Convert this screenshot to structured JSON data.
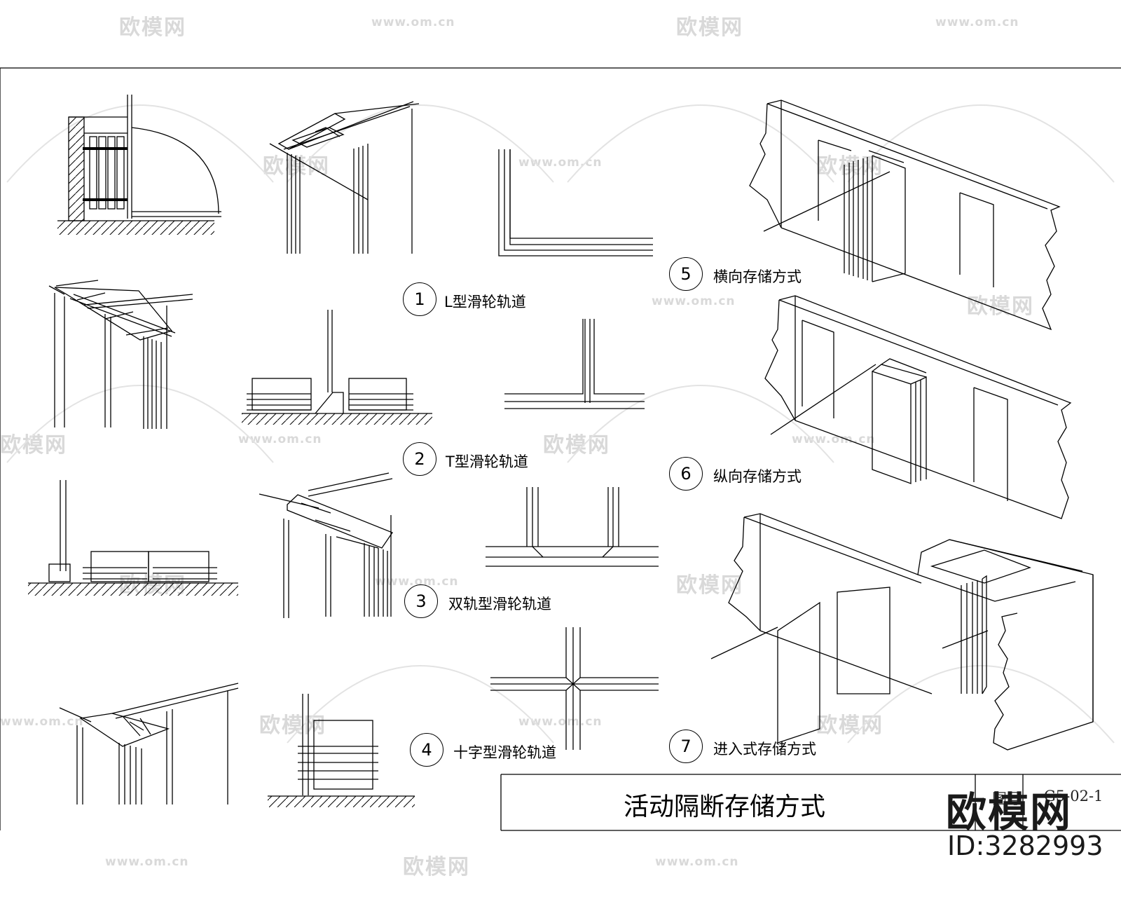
{
  "labels": {
    "l1_num": "1",
    "l1_text": "L型滑轮轨道",
    "l2_num": "2",
    "l2_text": "T型滑轮轨道",
    "l3_num": "3",
    "l3_text": "双轨型滑轮轨道",
    "l4_num": "4",
    "l4_text": "十字型滑轮轨道",
    "l5_num": "5",
    "l5_text": "横向存储方式",
    "l6_num": "6",
    "l6_text": "纵向存储方式",
    "l7_num": "7",
    "l7_text": "进入式存储方式"
  },
  "title_block": {
    "title": "活动隔断存储方式",
    "figure_label": "图号",
    "figure_number": "G5-02-1"
  },
  "watermark": {
    "brand": "欧模网",
    "url": "www.om.cn",
    "logo_text": "欧模网",
    "id_text": "ID:3282993"
  }
}
